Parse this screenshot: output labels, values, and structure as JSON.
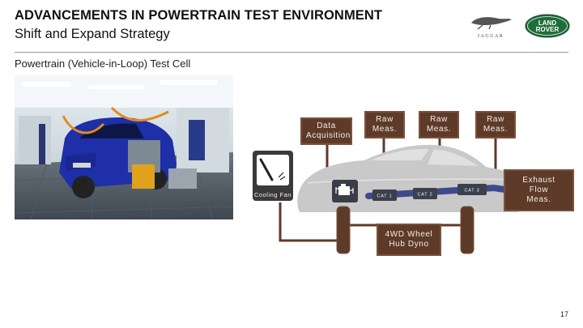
{
  "header": {
    "title": "ADVANCEMENTS IN POWERTRAIN TEST ENVIRONMENT",
    "subtitle": "Shift and Expand Strategy"
  },
  "section_title": "Powertrain (Vehicle-in-Loop) Test Cell",
  "logos": {
    "jaguar_wordmark": "JAGUAR",
    "landrover_line1": "LAND",
    "landrover_line2": "ROVER"
  },
  "diagram": {
    "data_acquisition": "Data Acquisition",
    "raw_meas_1": "Raw Meas.",
    "raw_meas_2": "Raw Meas.",
    "raw_meas_3": "Raw Meas.",
    "exhaust_flow": "Exhaust Flow Meas.",
    "cooling_fan": "Cooling Fan",
    "hub_dyno": "4WD Wheel Hub Dyno",
    "cat_1": "CAT 1",
    "cat_2": "CAT 2",
    "cat_3": "CAT 3"
  },
  "colors": {
    "box_brown": "#5e3a28",
    "line_brown": "#5e3a28",
    "exhaust_blue": "#3f4a8a",
    "car_gray": "#c9c9c9"
  },
  "page_number": "17"
}
